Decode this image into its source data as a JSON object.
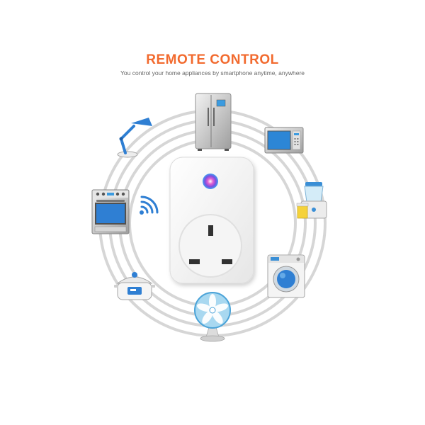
{
  "header": {
    "title": "REMOTE CONTROL",
    "subtitle": "You control your home appliances by smartphone anytime, anywhere"
  },
  "colors": {
    "title": "#f26a2e",
    "accent": "#2f7fd3",
    "rings": "#d6d6d6"
  },
  "icons": [
    "refrigerator-icon",
    "microwave-icon",
    "juicer-icon",
    "washing-machine-icon",
    "fan-icon",
    "rice-cooker-icon",
    "oven-icon",
    "desk-lamp-icon",
    "wifi-icon",
    "smart-plug"
  ]
}
